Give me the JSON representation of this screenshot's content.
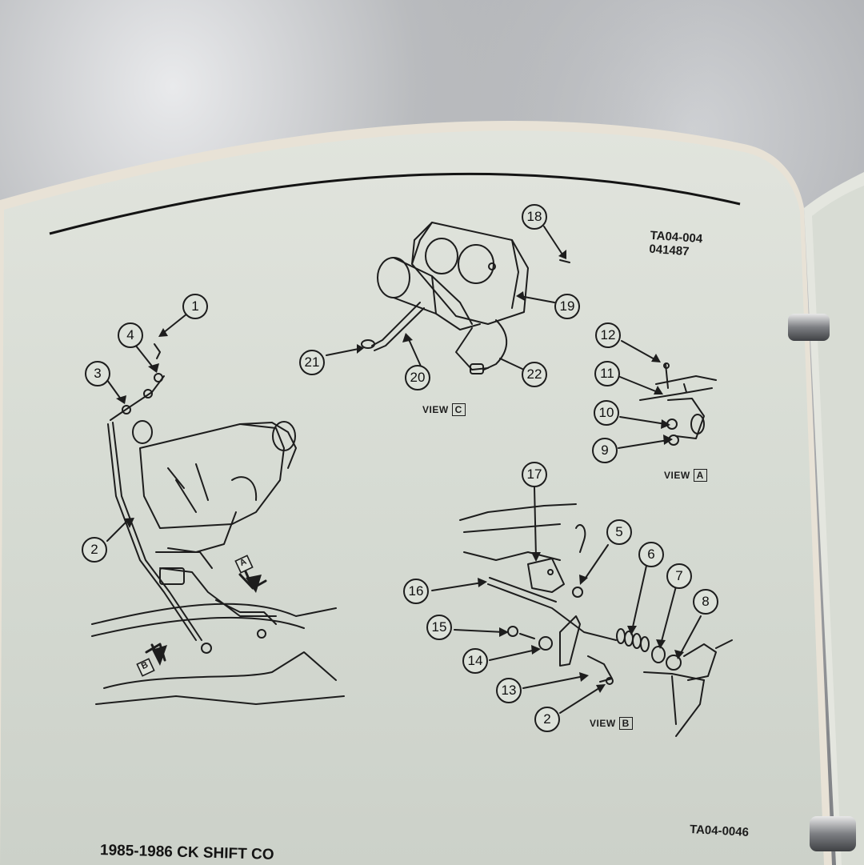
{
  "figure": {
    "stamp_lines": [
      "TA04-004",
      "041487"
    ],
    "figure_number": "TA04-0046",
    "caption": "1985-1986 CK SHIFT CO",
    "views": [
      {
        "name": "VIEW",
        "letter": "C"
      },
      {
        "name": "VIEW",
        "letter": "A"
      },
      {
        "name": "VIEW",
        "letter": "B"
      }
    ],
    "arrow_markers": [
      "A",
      "B"
    ],
    "callouts": [
      "1",
      "2",
      "3",
      "4",
      "5",
      "6",
      "7",
      "8",
      "9",
      "10",
      "11",
      "12",
      "13",
      "14",
      "15",
      "16",
      "17",
      "18",
      "19",
      "20",
      "21",
      "22",
      "2"
    ]
  },
  "colors": {
    "paper": "#d9ded6",
    "ink": "#1d1d1d",
    "metal": "#a7a9ad",
    "ring": "#5d5f63"
  }
}
